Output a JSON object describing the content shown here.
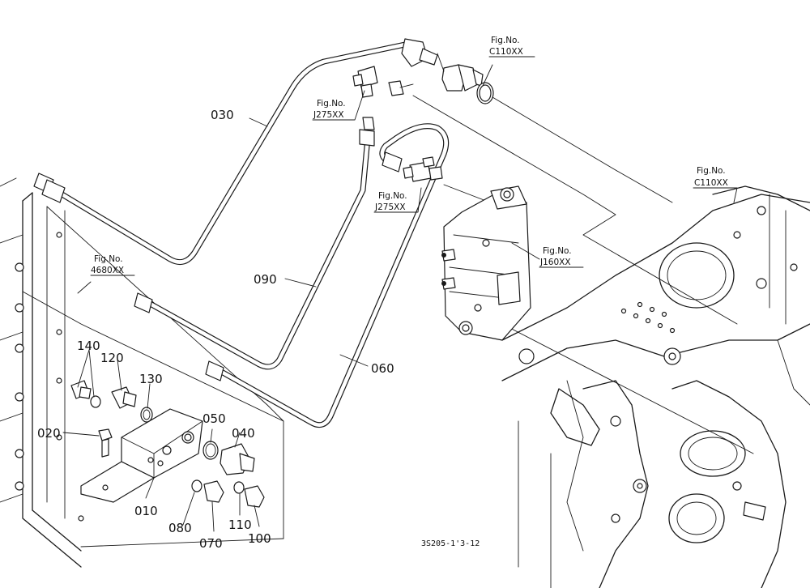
{
  "diagram_code": "3S205-1'3-12",
  "part_numbers": {
    "p010": "010",
    "p020": "020",
    "p030": "030",
    "p040": "040",
    "p050": "050",
    "p060": "060",
    "p070": "070",
    "p080": "080",
    "p090": "090",
    "p100": "100",
    "p110": "110",
    "p120": "120",
    "p130": "130",
    "p140": "140"
  },
  "figure_refs": {
    "c110_top": {
      "label": "Fig.No.",
      "code": "C110XX"
    },
    "c110_right": {
      "label": "Fig.No.",
      "code": "C110XX"
    },
    "j275_upper": {
      "label": "Fig.No.",
      "code": "J275XX"
    },
    "j275_lower": {
      "label": "Fig.No.",
      "code": "J275XX"
    },
    "j160": {
      "label": "Fig.No.",
      "code": "J160XX"
    },
    "f4680": {
      "label": "Fig.No.",
      "code": "4680XX"
    }
  }
}
